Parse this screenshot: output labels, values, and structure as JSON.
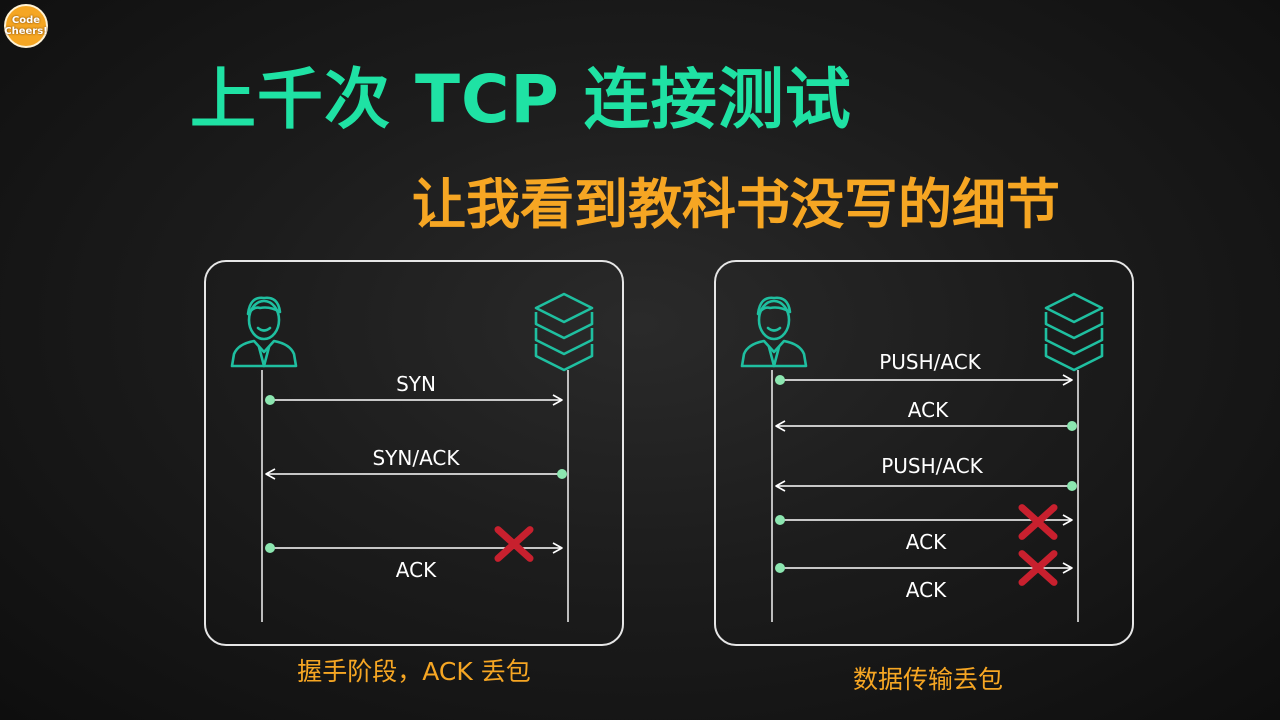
{
  "logo": {
    "line1": "Code",
    "line2": "Cheers!"
  },
  "title": "上千次 TCP 连接测试",
  "subtitle": "让我看到教科书没写的细节",
  "colors": {
    "title": "#1fe2a4",
    "subtitle": "#f6a623",
    "icon": "#1fbfa0",
    "dot": "#8ce6b0",
    "cross": "#c8202e"
  },
  "icons": {
    "client": "person-icon",
    "server": "server-stack-icon",
    "lost": "cross-icon"
  },
  "handshake": {
    "caption": "握手阶段，ACK 丢包",
    "messages": [
      {
        "label": "SYN",
        "direction": "to-server",
        "lost": false
      },
      {
        "label": "SYN/ACK",
        "direction": "to-client",
        "lost": false
      },
      {
        "label": "ACK",
        "direction": "to-server",
        "lost": true
      }
    ]
  },
  "transfer": {
    "caption": "数据传输丢包",
    "messages": [
      {
        "label": "PUSH/ACK",
        "direction": "to-server",
        "lost": false
      },
      {
        "label": "ACK",
        "direction": "to-client",
        "lost": false
      },
      {
        "label": "PUSH/ACK",
        "direction": "to-client",
        "lost": false
      },
      {
        "label": "ACK",
        "direction": "to-server",
        "lost": true
      },
      {
        "label": "ACK",
        "direction": "to-server",
        "lost": true
      }
    ]
  }
}
